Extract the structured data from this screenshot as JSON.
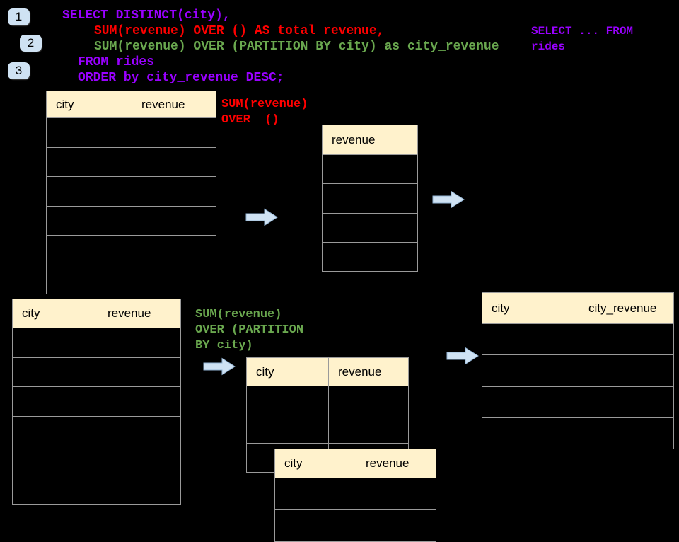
{
  "palette": {
    "background": "#000000",
    "sql_purple": "#9900ff",
    "sql_red": "#ff0000",
    "sql_green": "#6aa84f",
    "table_header_fill": "#fff2cc",
    "table_border": "#9a9a9a",
    "arrow_fill": "#cfe2f3",
    "badge_fill": "#cfe2f3"
  },
  "badges": {
    "one": "1",
    "two": "2",
    "three": "3"
  },
  "sql_code": {
    "line1": "SELECT DISTINCT(city),",
    "line2": "SUM(revenue) OVER () AS total_revenue,",
    "line3": "SUM(revenue) OVER (PARTITION BY city) as city_revenue",
    "line4": "FROM rides",
    "line5": "ORDER by city_revenue DESC;"
  },
  "side_note": {
    "line1": "SELECT ... FROM",
    "line2": "rides"
  },
  "annotation_total": {
    "line1": "SUM(revenue)",
    "line2": "OVER  ()"
  },
  "annotation_partition": {
    "line1": "SUM(revenue)",
    "line2": "OVER (PARTITION",
    "line3": "BY city)"
  },
  "tables": {
    "source_top": {
      "headers": [
        "city",
        "revenue"
      ],
      "row_count": 6
    },
    "total_revenue_result": {
      "headers": [
        "revenue"
      ],
      "row_count": 4
    },
    "source_bottom": {
      "headers": [
        "city",
        "revenue"
      ],
      "row_count": 6
    },
    "partitioned_mid": {
      "headers": [
        "city",
        "revenue"
      ],
      "row_count": 3
    },
    "partitioned_overlay": {
      "headers": [
        "city",
        "revenue"
      ],
      "row_count": 2
    },
    "city_revenue_result": {
      "headers": [
        "city",
        "city_revenue"
      ],
      "row_count": 4
    }
  }
}
